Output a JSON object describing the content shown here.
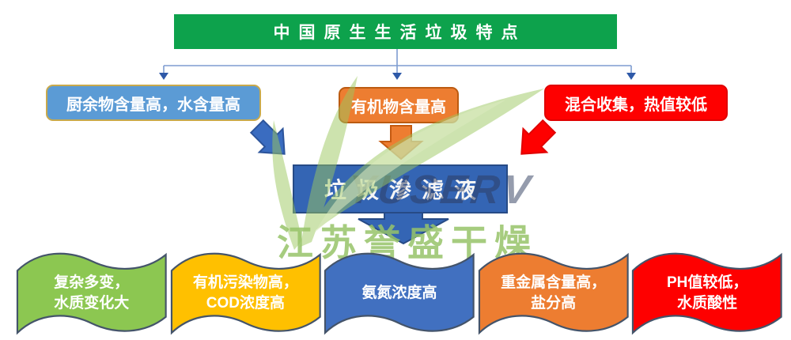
{
  "title": {
    "label": "中国原生生活垃圾特点"
  },
  "branches": [
    {
      "label": "厨余物含量高，水含量高"
    },
    {
      "label": "有机物含量高"
    },
    {
      "label": "混合收集，热值较低"
    }
  ],
  "center_node": {
    "label": "垃圾渗滤液"
  },
  "watermark": {
    "logo_text": "YUSERV",
    "company_text": "江苏誉盛干燥"
  },
  "banners": [
    {
      "lines": [
        "复杂多变，",
        "水质变化大"
      ],
      "color": "#8CC751"
    },
    {
      "lines": [
        "有机污染物高，",
        "COD浓度高"
      ],
      "color": "#FFC000"
    },
    {
      "lines": [
        "氨氮浓度高",
        ""
      ],
      "color": "#4170C0"
    },
    {
      "lines": [
        "重金属含量高，",
        "盐分高"
      ],
      "color": "#ED7D31"
    },
    {
      "lines": [
        "PH值较低，",
        "水质酸性"
      ],
      "color": "#FE0000"
    }
  ],
  "colors": {
    "title_bg": "#0DA24C",
    "branch_kitchen_bg": "#5B9BD5",
    "branch_kitchen_border": "#C9A94B",
    "branch_organic_bg": "#ED7D31",
    "branch_organic_border": "#BC5B11",
    "branch_mixed_bg": "#FE0000",
    "center_bg": "#3465B4",
    "center_border": "#274B86",
    "connector_line": "#7E9CD0",
    "connector_arrowhead": "#2E59A8",
    "arrow_blue": "#3A6CC0",
    "arrow_orange": "#ED7D31",
    "arrow_red": "#FE0000",
    "banner_outline": "#44546A",
    "watermark_green": "#A8CF7C",
    "watermark_logo": "#2C3A5C"
  }
}
